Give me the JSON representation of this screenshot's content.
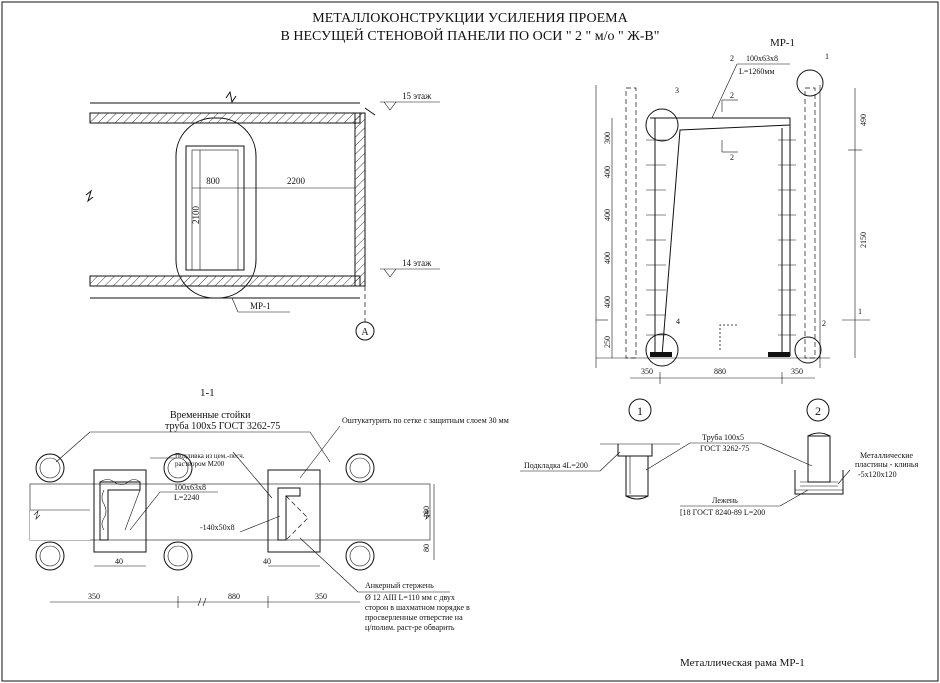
{
  "title": {
    "line1": "МЕТАЛЛОКОНСТРУКЦИИ УСИЛЕНИЯ ПРОЕМА",
    "line2": "В НЕСУЩЕЙ СТЕНОВОЙ ПАНЕЛИ ПО ОСИ \" 2 \" м/о \" Ж-В\""
  },
  "plan": {
    "floor_top": "15 этаж",
    "floor_bottom": "14 этаж",
    "dim_width": "800",
    "dim_length": "2200",
    "dim_height": "2100",
    "callout": "МР-1",
    "axis": "А"
  },
  "frame": {
    "title": "МР-1",
    "profile_count": "2",
    "profile": "100х63х8",
    "profile_length": "L=1260мм",
    "left_dims": [
      "300",
      "400",
      "400",
      "400",
      "400",
      "250"
    ],
    "right_dims": [
      "490",
      "2150"
    ],
    "bottom_dims": [
      "350",
      "880",
      "350"
    ],
    "section_marks": [
      "2",
      "2"
    ],
    "section_1": "1",
    "callouts": [
      "1",
      "2",
      "3",
      "4"
    ]
  },
  "section11": {
    "label": "1-1",
    "posts_label_1": "Временные стойки",
    "posts_label_2": "труба 100х5 ГОСТ 3262-75",
    "plaster": "Оштукатурить по сетке с защитным слоем 30 мм",
    "grout_1": "Подливка из цем.-песч.",
    "grout_2": "раствором М200",
    "angle": "100х63х8",
    "angle_length": "L=2240",
    "plate": "-140х50х8",
    "anchor_1": "Анкерный стержень",
    "anchor_2": "Ø 12 АIII L=110 мм с двух",
    "anchor_3": "сторон в шахматном порядке в",
    "anchor_4": "просверленные отверстие  на",
    "anchor_5": "ц/полим. раст-ре обварить",
    "dims_bottom": [
      "350",
      "880",
      "350"
    ],
    "dims_small": [
      "40",
      "40"
    ],
    "dims_right": [
      "180",
      "80"
    ]
  },
  "nodes": {
    "node1": "1",
    "node2": "2",
    "pad": "Подкладка 4L=200",
    "pipe_1": "Труба 100х5",
    "pipe_2": "ГОСТ 3262-75",
    "plates_1": "Металлические",
    "plates_2": "пластины - клинья",
    "plates_3": "-5х120х120",
    "lezhen": "Лежень",
    "lezhen_gost": "[18 ГОСТ 8240-89 L=200"
  },
  "caption": "Металлическая рама МР-1"
}
